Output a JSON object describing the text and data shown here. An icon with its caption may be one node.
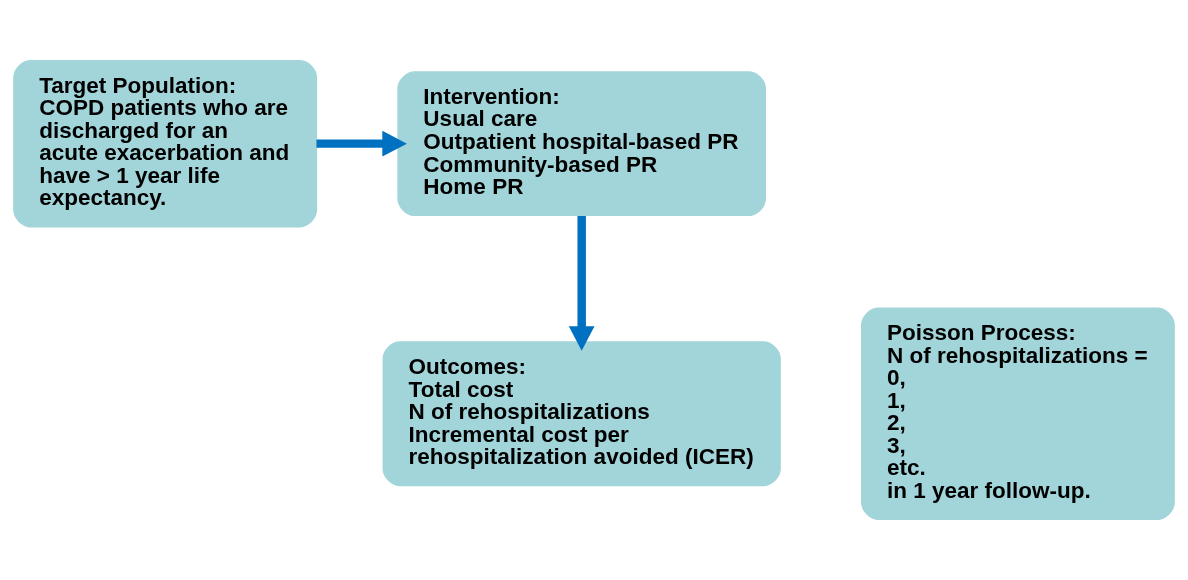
{
  "diagram": {
    "nodes": [
      {
        "text": [
          "Target Population:",
          "COPD patients who are discharged for an acute exacerbation and have > 1 year life expectancy."
        ]
      },
      {
        "text": [
          "Intervention:",
          "Usual care",
          "Outpatient hospital-based PR",
          "Community-based PR",
          "Home PR"
        ]
      },
      {
        "text": [
          "Outcomes:",
          "Total cost",
          "N of rehospitalizations",
          "Incremental cost per rehospitalization avoided (ICER)"
        ]
      },
      {
        "text": [
          "Poisson Process:",
          "N of rehospitalizations =",
          "0,",
          "1,",
          "2,",
          "3,",
          "etc.",
          "in 1 year follow-up."
        ]
      }
    ],
    "edges": [
      {
        "from": 0,
        "to": 1,
        "arrow": "to"
      },
      {
        "from": 1,
        "to": 2,
        "arrow": "to"
      }
    ]
  }
}
